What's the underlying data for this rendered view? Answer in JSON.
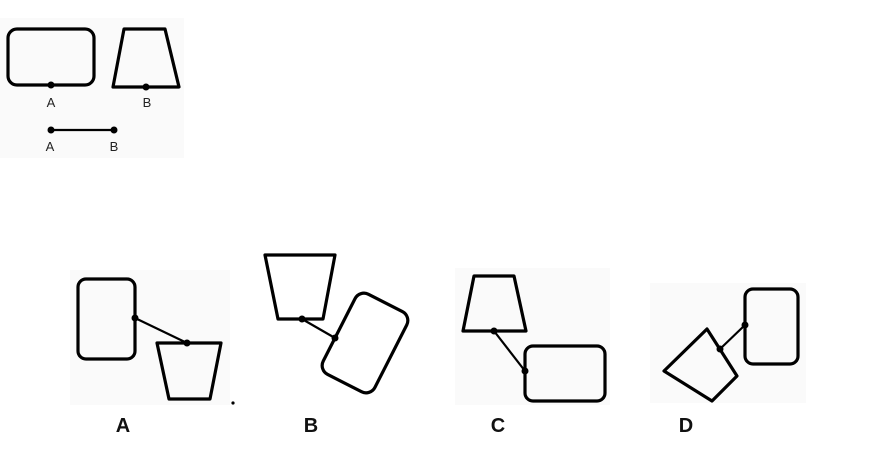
{
  "legend": {
    "point_a": "A",
    "point_b": "B",
    "segment_a": "A",
    "segment_b": "B"
  },
  "options": [
    {
      "label": "A"
    },
    {
      "label": "B"
    },
    {
      "label": "C"
    },
    {
      "label": "D"
    }
  ]
}
